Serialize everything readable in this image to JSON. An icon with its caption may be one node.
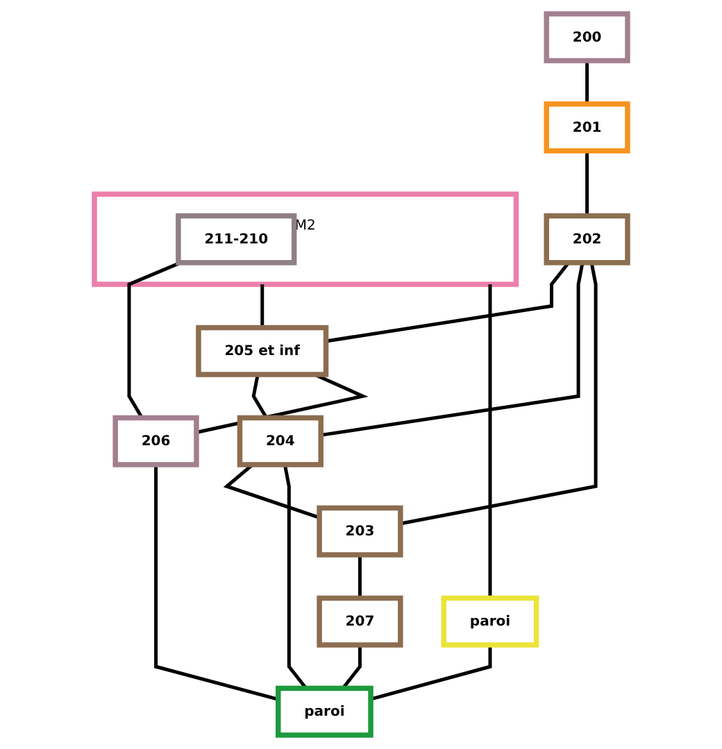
{
  "diagram": {
    "nodes": [
      {
        "text": [
          "200"
        ]
      },
      {
        "text": [
          "201"
        ]
      },
      {
        "text": [
          "202"
        ]
      },
      {
        "text": [
          "M2"
        ]
      },
      {
        "text": [
          "205 et inf"
        ]
      },
      {
        "text": [
          "204"
        ]
      },
      {
        "text": [
          "203"
        ]
      },
      {
        "text": [
          "211-210"
        ],
        "in": 3
      },
      {
        "text": [
          "206"
        ]
      },
      {
        "text": [
          "207"
        ]
      },
      {
        "text": [
          "paroi"
        ]
      },
      {
        "text": [
          "paroi"
        ]
      }
    ],
    "edges": [
      {
        "from": 0,
        "to": 1,
        "arrow": "none"
      },
      {
        "from": 1,
        "to": 2,
        "arrow": "none"
      },
      {
        "from": 2,
        "to": 4,
        "arrow": "none"
      },
      {
        "from": 2,
        "to": 5,
        "arrow": "none"
      },
      {
        "from": 2,
        "to": 6,
        "arrow": "none"
      },
      {
        "from": 3,
        "to": 4,
        "arrow": "none"
      },
      {
        "from": 4,
        "to": 5,
        "arrow": "none"
      },
      {
        "from": 5,
        "to": 6,
        "arrow": "none"
      },
      {
        "from": 4,
        "to": 8,
        "arrow": "none"
      },
      {
        "from": 7,
        "to": 8,
        "arrow": "none"
      },
      {
        "from": 6,
        "to": 9,
        "arrow": "none"
      },
      {
        "from": 3,
        "to": 10,
        "arrow": "none"
      },
      {
        "from": 8,
        "to": 11,
        "arrow": "none"
      },
      {
        "from": 5,
        "to": 11,
        "arrow": "none"
      },
      {
        "from": 9,
        "to": 11,
        "arrow": "none"
      },
      {
        "from": 10,
        "to": 11,
        "arrow": "none"
      }
    ]
  }
}
